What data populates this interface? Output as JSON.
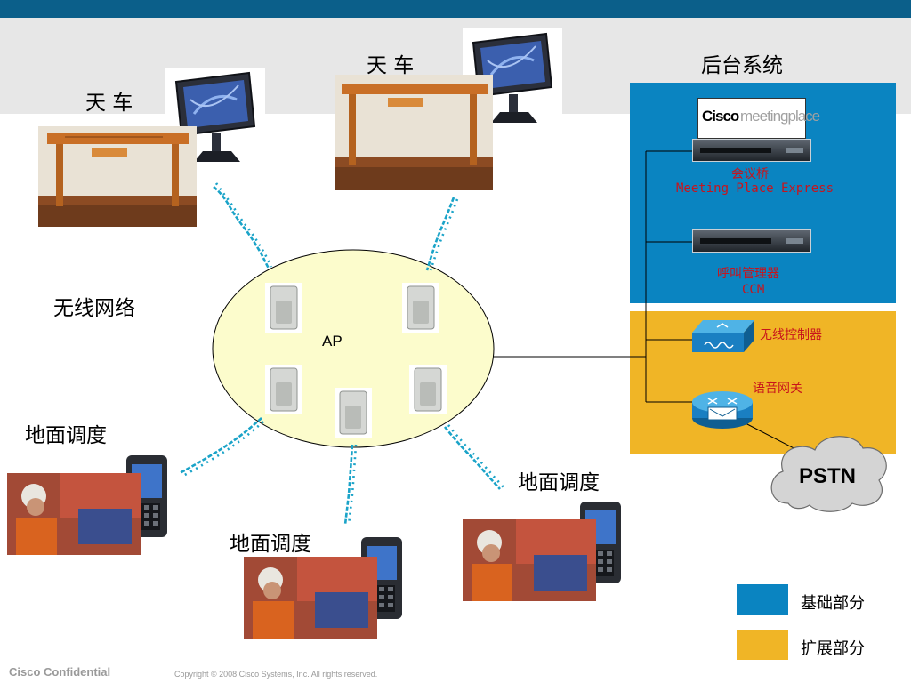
{
  "labels": {
    "crane_left": "天 车",
    "crane_mid": "天 车",
    "backend": "后台系统",
    "wireless_network": "无线网络",
    "ground_left": "地面调度",
    "ground_bottom": "地面调度",
    "ground_right": "地面调度",
    "ap": "AP"
  },
  "backend_panel": {
    "logo_cisco": "Cisco",
    "logo_meeting": "meeting",
    "logo_place": "place",
    "meeting_bridge_cn": "会议桥",
    "meeting_bridge_en": "Meeting Place Express",
    "call_manager_cn": "呼叫管理器",
    "call_manager_en": "CCM",
    "wireless_controller": "无线控制器",
    "voice_gateway": "语音网关",
    "pstn": "PSTN"
  },
  "legend": {
    "basic": {
      "label": "基础部分",
      "color": "#0a84c1"
    },
    "extended": {
      "label": "扩展部分",
      "color": "#f0b526"
    }
  },
  "footer": {
    "confidential": "Cisco Confidential",
    "copyright": "Copyright © 2008 Cisco Systems, Inc. All rights reserved."
  }
}
